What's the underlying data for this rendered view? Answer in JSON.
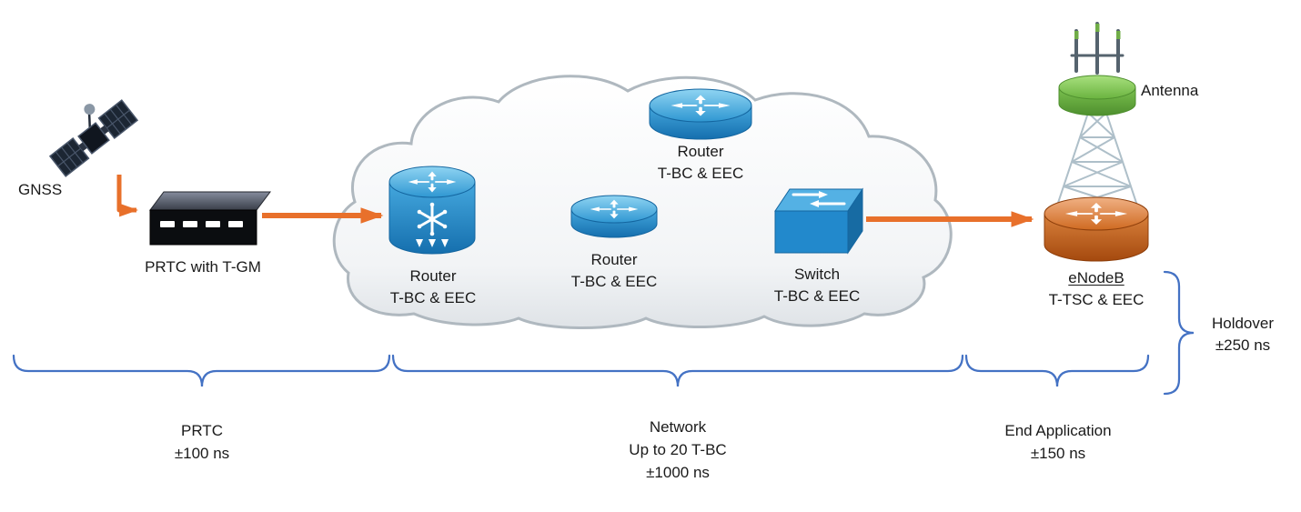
{
  "nodes": {
    "gnss": {
      "label": "GNSS",
      "icon": "satellite-icon"
    },
    "prtc": {
      "label": "PRTC with T-GM",
      "icon": "server-box-icon"
    },
    "router_left": {
      "line1": "Router",
      "line2": "T-BC & EEC",
      "icon": "core-router-snowflake-icon"
    },
    "router_top": {
      "line1": "Router",
      "line2": "T-BC & EEC",
      "icon": "router-cylinder-icon"
    },
    "router_mid": {
      "line1": "Router",
      "line2": "T-BC & EEC",
      "icon": "router-cylinder-icon"
    },
    "switch": {
      "line1": "Switch",
      "line2": "T-BC & EEC",
      "icon": "switch-3d-icon"
    },
    "enodeb": {
      "line1": "eNodeB",
      "line2": "T-TSC & EEC",
      "icon": "enodeb-router-icon"
    },
    "antenna": {
      "label": "Antenna",
      "icon": "cell-tower-icon"
    },
    "cloud": {
      "icon": "network-cloud-shape"
    }
  },
  "segments": {
    "prtc": {
      "line1": "PRTC",
      "line2": "±100 ns"
    },
    "network": {
      "line1": "Network",
      "line2": "Up to 20 T-BC",
      "line3": "±1000 ns"
    },
    "end_application": {
      "line1": "End Application",
      "line2": "±150 ns"
    },
    "holdover": {
      "line1": "Holdover",
      "line2": "±250 ns"
    }
  },
  "colors": {
    "arrow": "#E8702B",
    "brace": "#4472C4",
    "router_blue": "#2E97D4",
    "enodeb_orange": "#C65D11",
    "antenna_green": "#70AD47",
    "cloud_stroke": "#AFB8BF",
    "text": "#1A1A1A"
  }
}
